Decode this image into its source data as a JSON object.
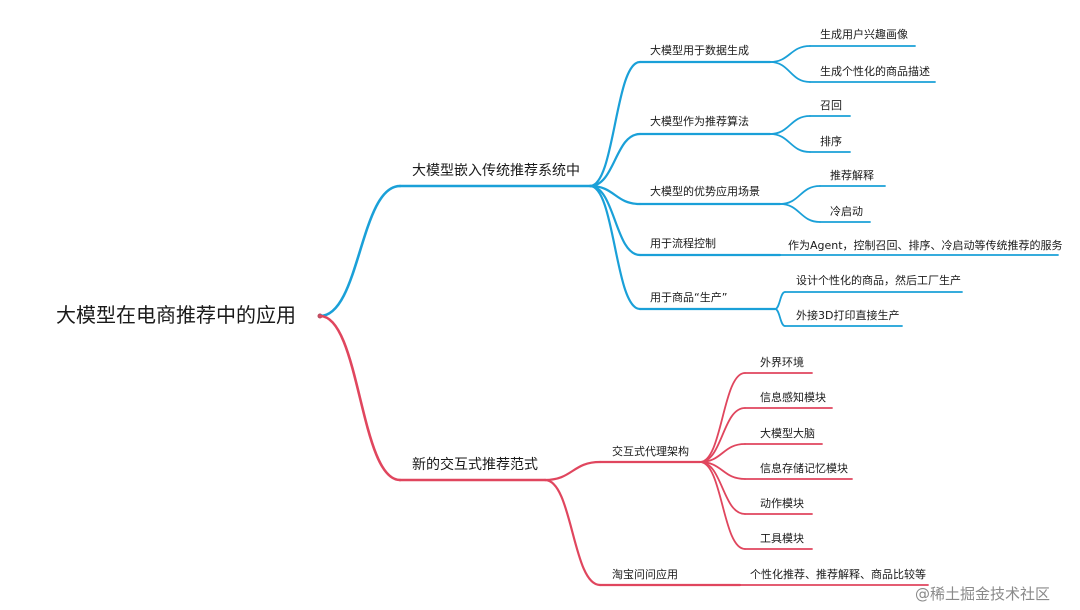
{
  "colors": {
    "blue": "#1aa0d8",
    "red": "#e0465e",
    "root_dot": "#c04a5a"
  },
  "root": "大模型在电商推荐中的应用",
  "branches": [
    {
      "label": "大模型嵌入传统推荐系统中",
      "color": "blue",
      "children": [
        {
          "label": "大模型用于数据生成",
          "children": [
            "生成用户兴趣画像",
            "生成个性化的商品描述"
          ]
        },
        {
          "label": "大模型作为推荐算法",
          "children": [
            "召回",
            "排序"
          ]
        },
        {
          "label": "大模型的优势应用场景",
          "children": [
            "推荐解释",
            "冷启动"
          ]
        },
        {
          "label": "用于流程控制",
          "children": [
            "作为Agent，控制召回、排序、冷启动等传统推荐的服务"
          ]
        },
        {
          "label": "用于商品“生产”",
          "children": [
            "设计个性化的商品，然后工厂生产",
            "外接3D打印直接生产"
          ]
        }
      ]
    },
    {
      "label": "新的交互式推荐范式",
      "color": "red",
      "children": [
        {
          "label": "交互式代理架构",
          "children": [
            "外界环境",
            "信息感知模块",
            "大模型大脑",
            "信息存储记忆模块",
            "动作模块",
            "工具模块"
          ]
        },
        {
          "label": "淘宝问问应用",
          "children": [
            "个性化推荐、推荐解释、商品比较等"
          ]
        }
      ]
    }
  ],
  "watermark": "@稀土掘金技术社区"
}
